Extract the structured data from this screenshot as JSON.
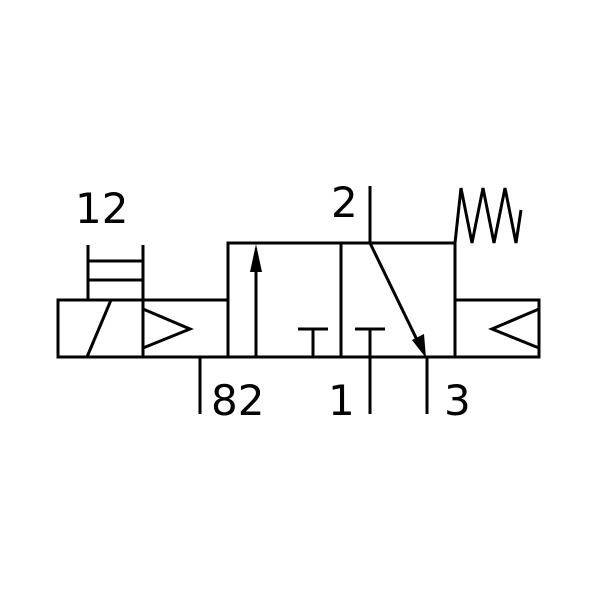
{
  "ports": {
    "pilot": "12",
    "outlet": "2",
    "exhaust_left": "82",
    "supply": "1",
    "exhaust_right": "3"
  },
  "symbol": {
    "stroke_color": "#000000",
    "background_color": "#ffffff",
    "left_actuator": "solenoid-with-manual-override",
    "right_actuator": "spring-return"
  }
}
